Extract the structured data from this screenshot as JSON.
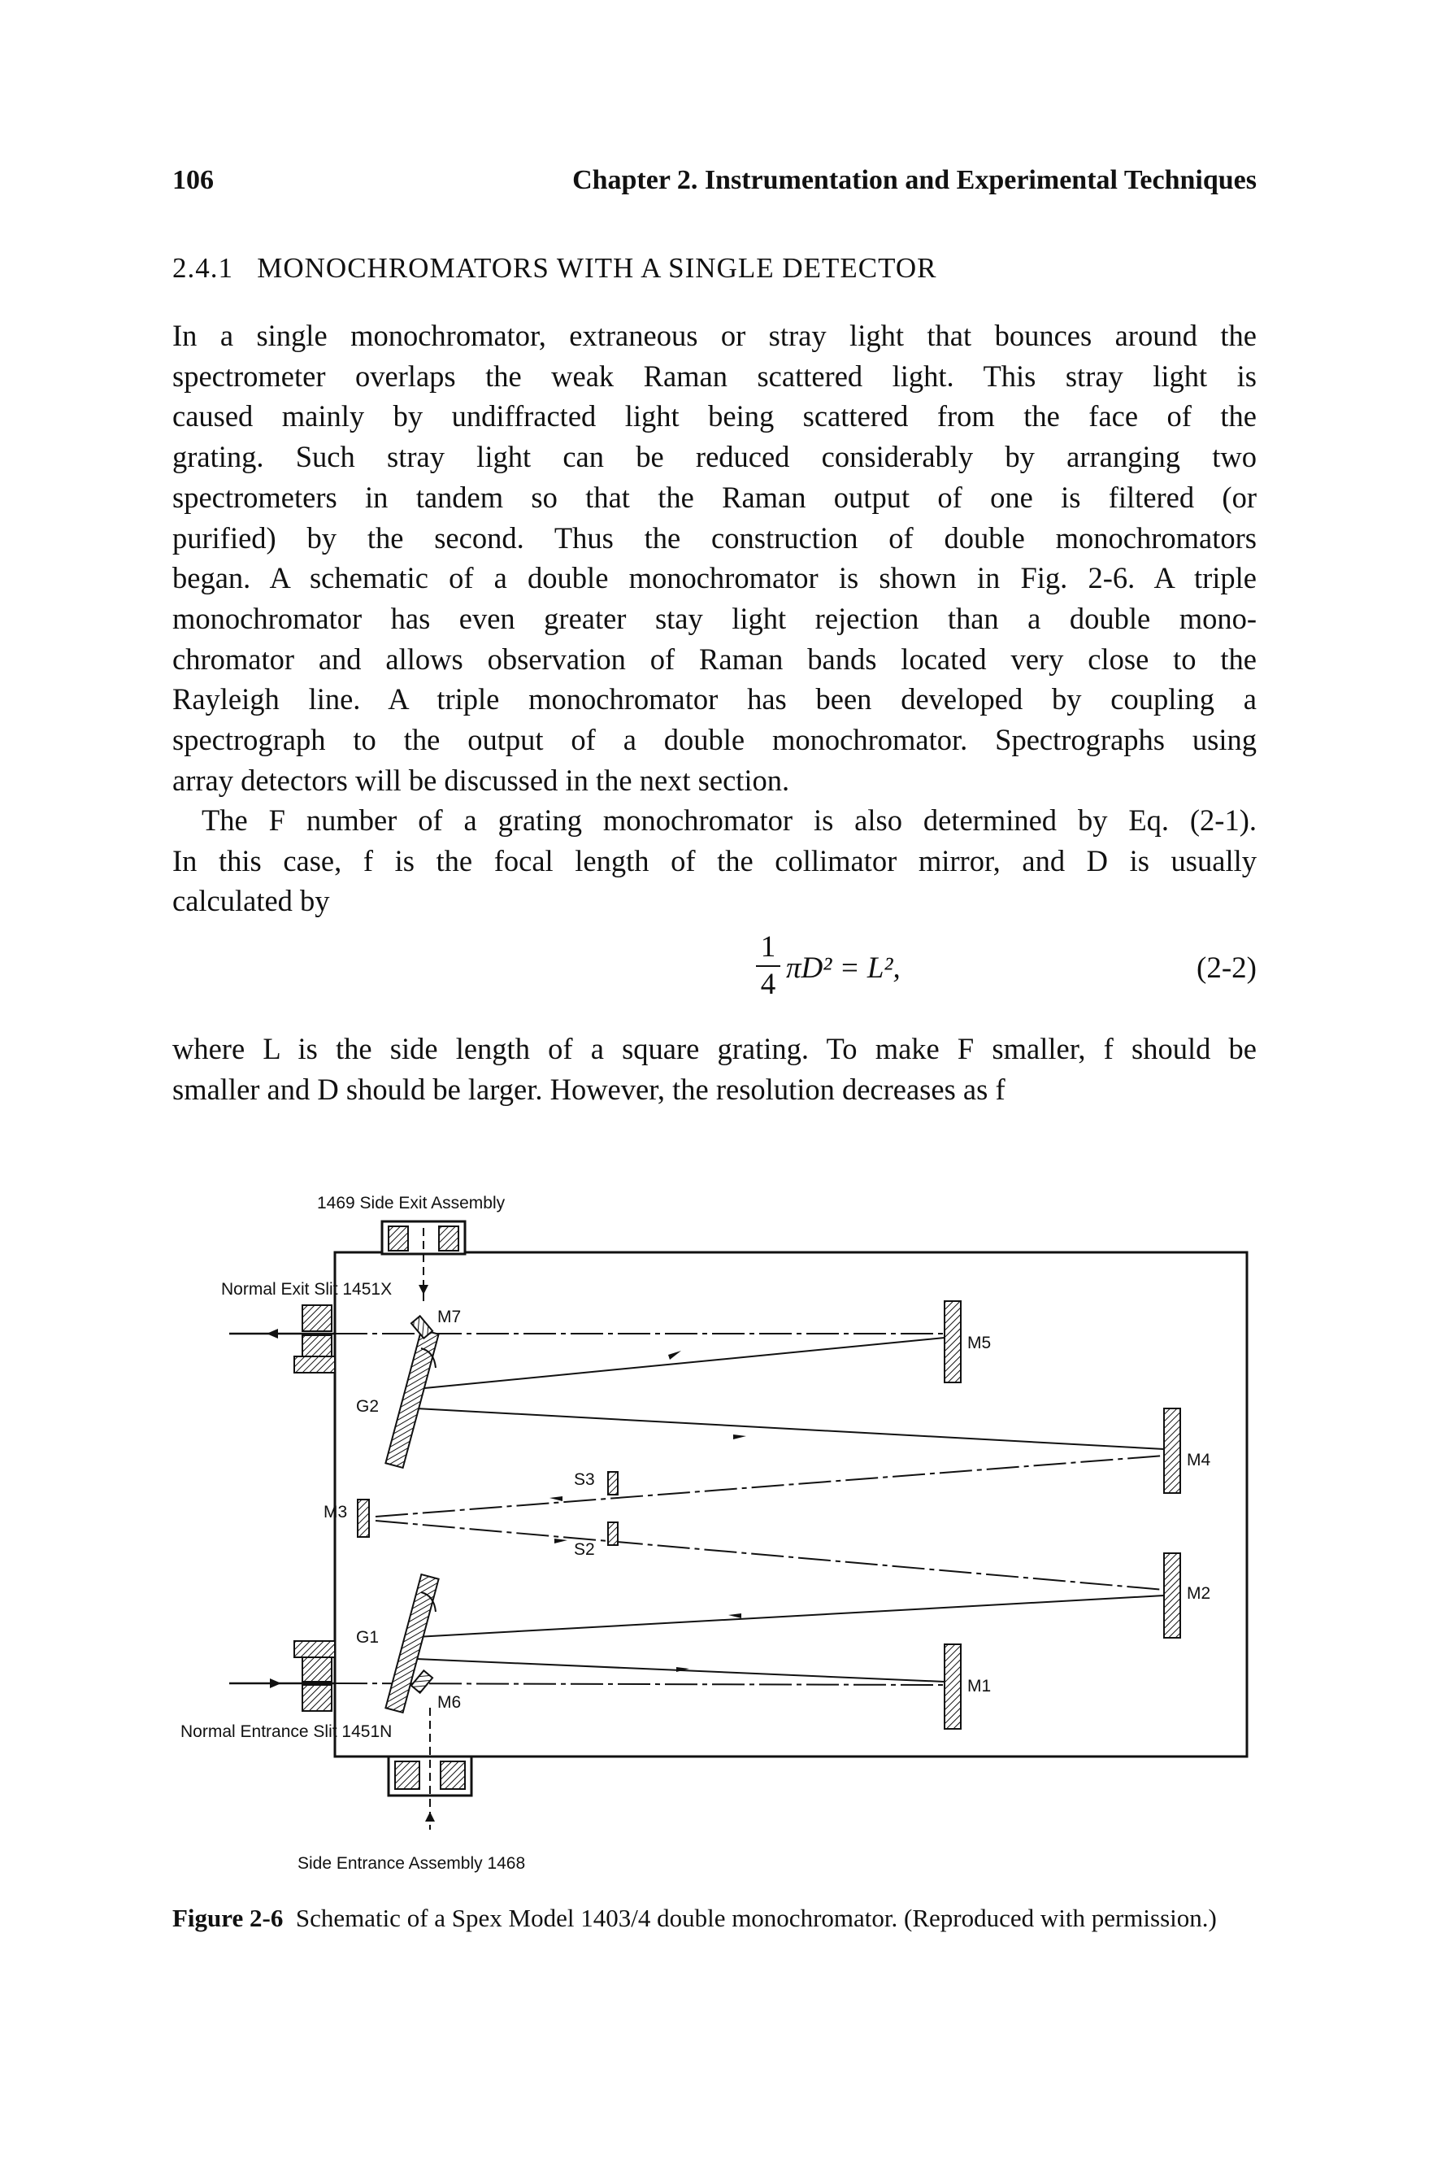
{
  "header": {
    "page_number": "106",
    "running_title": "Chapter 2. Instrumentation and Experimental Techniques"
  },
  "section": {
    "number": "2.4.1",
    "title": "MONOCHROMATORS WITH A SINGLE DETECTOR"
  },
  "paragraph1_lines": [
    "In a single monochromator, extraneous or stray light that bounces around the",
    "spectrometer overlaps the weak Raman scattered light. This stray light is",
    "caused mainly by undiffracted light being scattered from the face of the",
    "grating. Such stray light can be reduced considerably by arranging two",
    "spectrometers in tandem so that the Raman output of one is filtered (or",
    "purified) by the second. Thus the construction of double monochromators",
    "began. A schematic of a double monochromator is shown in Fig. 2-6. A triple",
    "monochromator has even greater stay light rejection than a double mono-",
    "chromator and allows observation of Raman bands located very close to the",
    "Rayleigh line. A triple monochromator has been developed by coupling a",
    "spectrograph to the output of a double monochromator. Spectrographs using",
    "array detectors will be discussed in the next section."
  ],
  "paragraph2_lines": [
    "The F number of a grating monochromator is also determined by Eq. (2-1).",
    "In this case, f is the focal length of the collimator mirror, and D is usually",
    "calculated by"
  ],
  "equation": {
    "numerator": "1",
    "denominator": "4",
    "expression": "πD² = L²,",
    "tag": "(2-2)"
  },
  "paragraph3_lines": [
    "where L is the side length of a square grating. To make F smaller, f should be",
    "smaller and D should be larger. However, the resolution decreases as f"
  ],
  "figure_labels": {
    "side_exit": "1469 Side Exit Assembly",
    "exit_slit": "Normal Exit Slit 1451X",
    "m7": "M7",
    "m5": "M5",
    "g2": "G2",
    "m4": "M4",
    "s3": "S3",
    "m3": "M3",
    "s2": "S2",
    "m2": "M2",
    "g1": "G1",
    "m1": "M1",
    "m6": "M6",
    "entrance_slit": "Normal Entrance Slit 1451N",
    "side_entrance": "Side Entrance Assembly 1468"
  },
  "caption": {
    "label": "Figure 2-6",
    "text": "Schematic of a Spex Model 1403/4 double monochromator. (Reproduced with permission.)"
  }
}
